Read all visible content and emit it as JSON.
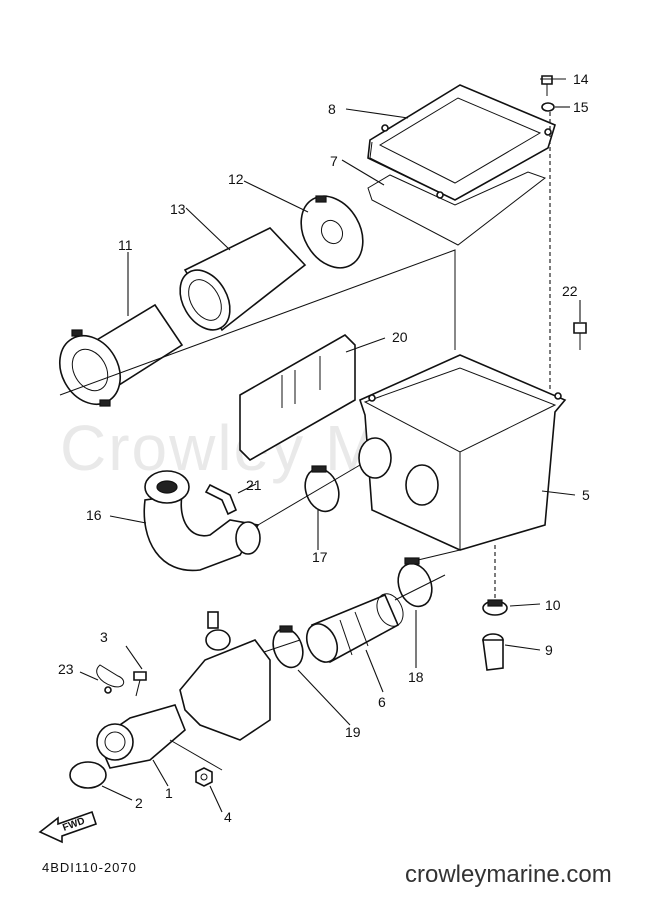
{
  "watermark": "Crowley Marine",
  "diagram_code": "4BDI110-2070",
  "site": "crowleymarine.com",
  "fwd_label": "FWD",
  "callouts": {
    "c1": "1",
    "c2": "2",
    "c3": "3",
    "c4": "4",
    "c5": "5",
    "c6": "6",
    "c7": "7",
    "c8": "8",
    "c9": "9",
    "c10": "10",
    "c11": "11",
    "c12": "12",
    "c13": "13",
    "c14": "14",
    "c15": "15",
    "c16": "16",
    "c17": "17",
    "c18": "18",
    "c19": "19",
    "c20": "20",
    "c21": "21",
    "c22": "22",
    "c23": "23"
  }
}
